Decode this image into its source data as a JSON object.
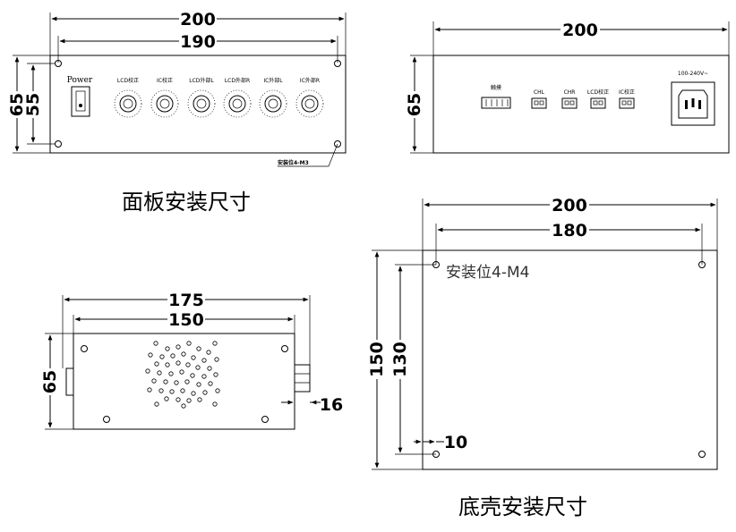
{
  "front_view": {
    "dim_total_width": "200",
    "dim_hole_spacing": "190",
    "dim_total_height": "65",
    "dim_hole_height": "55",
    "power_label": "Power",
    "knob_labels": [
      "LCD校正",
      "IC校正",
      "LCD外部L",
      "LCD外部R",
      "IC外部L",
      "IC外部R"
    ],
    "mount_note": "安装位4-M3",
    "caption": "面板安装尺寸"
  },
  "rear_view": {
    "dim_total_width": "200",
    "dim_height": "65",
    "connector_labels": [
      "触摸",
      "CHL",
      "CHR",
      "LCD校正",
      "IC校正"
    ],
    "power_input_label": "100-240V~"
  },
  "side_view": {
    "dim_total_length": "175",
    "dim_body_length": "150",
    "dim_height": "65",
    "dim_protrusion": "16"
  },
  "bottom_view": {
    "dim_total_width": "200",
    "dim_hole_spacing": "180",
    "dim_total_depth": "150",
    "dim_hole_depth": "130",
    "dim_edge_offset": "10",
    "mount_note": "安装位4-M4",
    "caption": "底壳安装尺寸"
  }
}
